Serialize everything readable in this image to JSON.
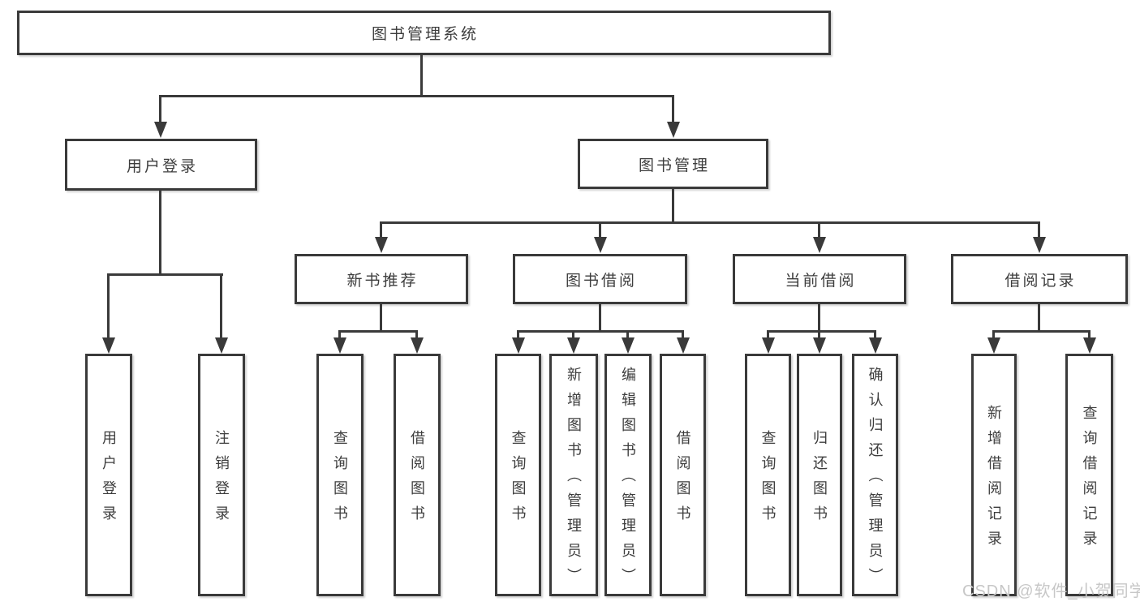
{
  "d": {
    "root": "图书管理系统",
    "l2": [
      "用户登录",
      "图书管理"
    ],
    "l3": [
      "新书推荐",
      "图书借阅",
      "当前借阅",
      "借阅记录"
    ],
    "leaf_login": [
      "用户登录",
      "注销登录"
    ],
    "leaf_newbook": [
      "查询图书",
      "借阅图书"
    ],
    "leaf_borrow": [
      "查询图书",
      "新增图书（管理员）",
      "编辑图书（管理员）",
      "借阅图书"
    ],
    "leaf_current": [
      "查询图书",
      "归还图书",
      "确认归还（管理员）"
    ],
    "leaf_record": [
      "新增借阅记录",
      "查询借阅记录"
    ]
  },
  "watermark": "CSDN @软件_小贺同学",
  "colors": {
    "line": "#3a3a3a",
    "text": "#3d3d3d",
    "box_fill": "#ffffff",
    "watermark": "#c7c7c7",
    "background": "#ffffff"
  }
}
